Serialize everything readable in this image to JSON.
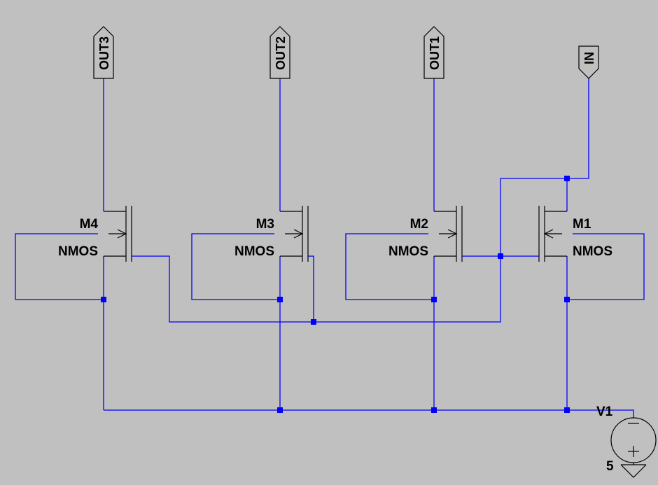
{
  "ports": {
    "out3": "OUT3",
    "out2": "OUT2",
    "out1": "OUT1",
    "in": "IN"
  },
  "transistors": {
    "m4": {
      "name": "M4",
      "type": "NMOS"
    },
    "m3": {
      "name": "M3",
      "type": "NMOS"
    },
    "m2": {
      "name": "M2",
      "type": "NMOS"
    },
    "m1": {
      "name": "M1",
      "type": "NMOS"
    }
  },
  "source": {
    "name": "V1",
    "value": "5"
  },
  "colors": {
    "background": "#C0C0C0",
    "wire": "#0000FF",
    "component": "#000000"
  }
}
